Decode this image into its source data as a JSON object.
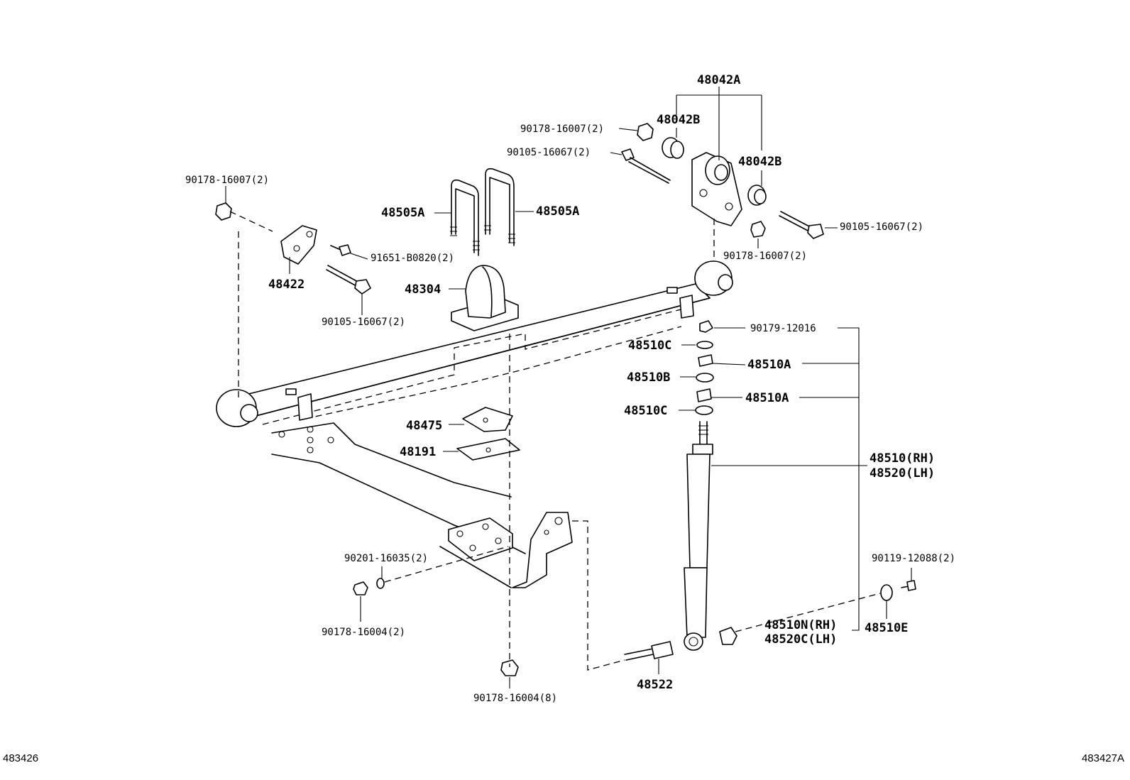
{
  "labels": {
    "p48042A": "48042A",
    "p48042B_left": "48042B",
    "p48042B_right": "48042B",
    "p90178_16007_top": "90178-16007(2)",
    "p90105_16067_top": "90105-16067(2)",
    "p90178_16007_left": "90178-16007(2)",
    "p48505A_left": "48505A",
    "p48505A_right": "48505A",
    "p91651_B0820": "91651-B0820(2)",
    "p48422": "48422",
    "p48304": "48304",
    "p90105_16067_left": "90105-16067(2)",
    "p90105_16067_right": "90105-16067(2)",
    "p90178_16007_right": "90178-16007(2)",
    "p90179_12016": "90179-12016",
    "p48510C_top": "48510C",
    "p48510A_top": "48510A",
    "p48510B": "48510B",
    "p48510A_mid": "48510A",
    "p48510C_bottom": "48510C",
    "p48475": "48475",
    "p48191": "48191",
    "p48510_RH": "48510(RH)",
    "p48520_LH": "48520(LH)",
    "p90201_16035": "90201-16035(2)",
    "p90119_12088": "90119-12088(2)",
    "p90178_16004_2": "90178-16004(2)",
    "p48510N_RH": "48510N(RH)",
    "p48520C_LH": "48520C(LH)",
    "p48510E": "48510E",
    "p48522": "48522",
    "p90178_16004_8": "90178-16004(8)"
  },
  "footer": {
    "left_id": "483426",
    "right_id": "483427A"
  }
}
